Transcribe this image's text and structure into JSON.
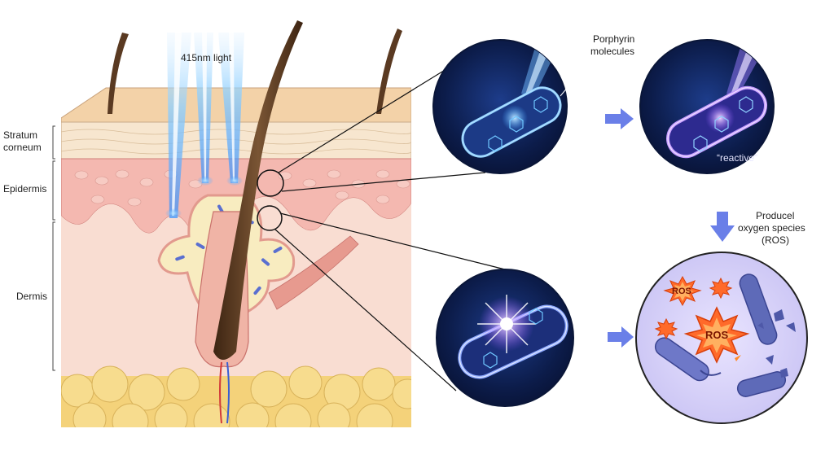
{
  "labels": {
    "light": "415nm light",
    "stratum_line1": "Stratum",
    "stratum_line2": "corneum",
    "epidermis": "Epidermis",
    "dermis": "Dermis",
    "porphyrin_line1": "Porphyrin",
    "porphyrin_line2": "molecules",
    "reactive": "“reactive”",
    "ros_line1": "Producel",
    "ros_line2": "oxygen species",
    "ros_line3": "(ROS)",
    "ros_small": "ROS",
    "ros_big": "ROS"
  },
  "colors": {
    "skin_top": "#f3d2a8",
    "epidermis": "#f4b8b0",
    "dermis": "#f9ddd2",
    "fat": "#f7dc8e",
    "hair": "#5a3a22",
    "light_beam": "#7fc8ff",
    "circle_dark": "#0d1f4d",
    "bacteria_glow": "#6fb9ff",
    "purple_glow": "#a36bff",
    "ros_burst": "#ff6a2a",
    "arrow": "#6a7fe8"
  },
  "icons": [
    "light-beam-icon",
    "hair-follicle-icon",
    "bacterium-icon",
    "porphyrin-molecule-icon",
    "ros-burst-icon",
    "right-arrow-icon",
    "down-arrow-icon"
  ]
}
